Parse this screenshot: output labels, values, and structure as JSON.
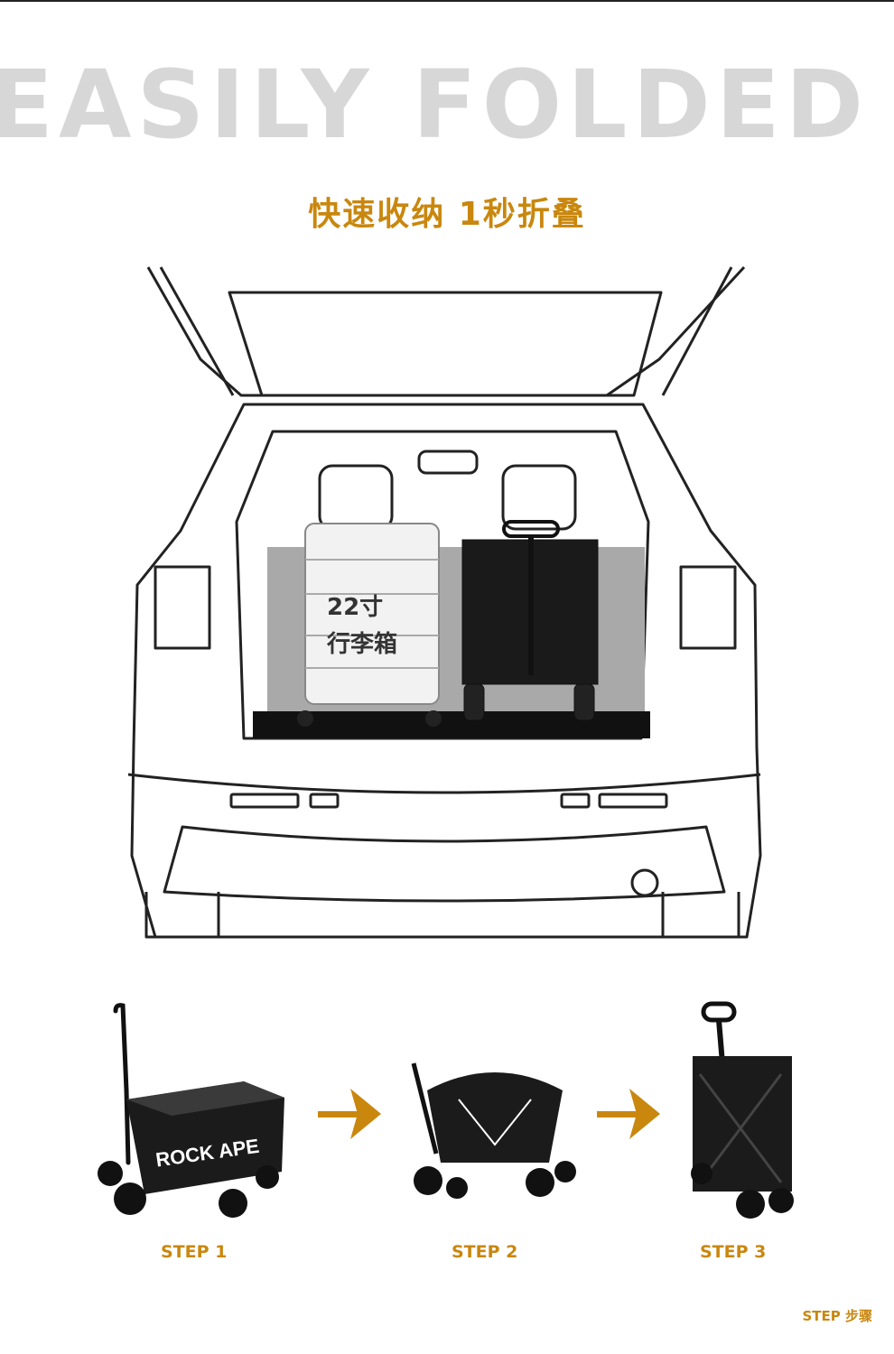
{
  "hero": {
    "title": "EASILY FOLDED"
  },
  "subtitle": "快速收纳 1秒折叠",
  "trunk": {
    "suitcase_size": "22寸",
    "suitcase_name": "行李箱"
  },
  "cart_brand": "ROCK APE",
  "steps": [
    {
      "label": "STEP 1"
    },
    {
      "label": "STEP 2"
    },
    {
      "label": "STEP 3"
    }
  ],
  "footnote": "STEP 步骤",
  "colors": {
    "accent": "#c9870e",
    "hero_text": "#d7d7d7",
    "outline": "#222222"
  }
}
